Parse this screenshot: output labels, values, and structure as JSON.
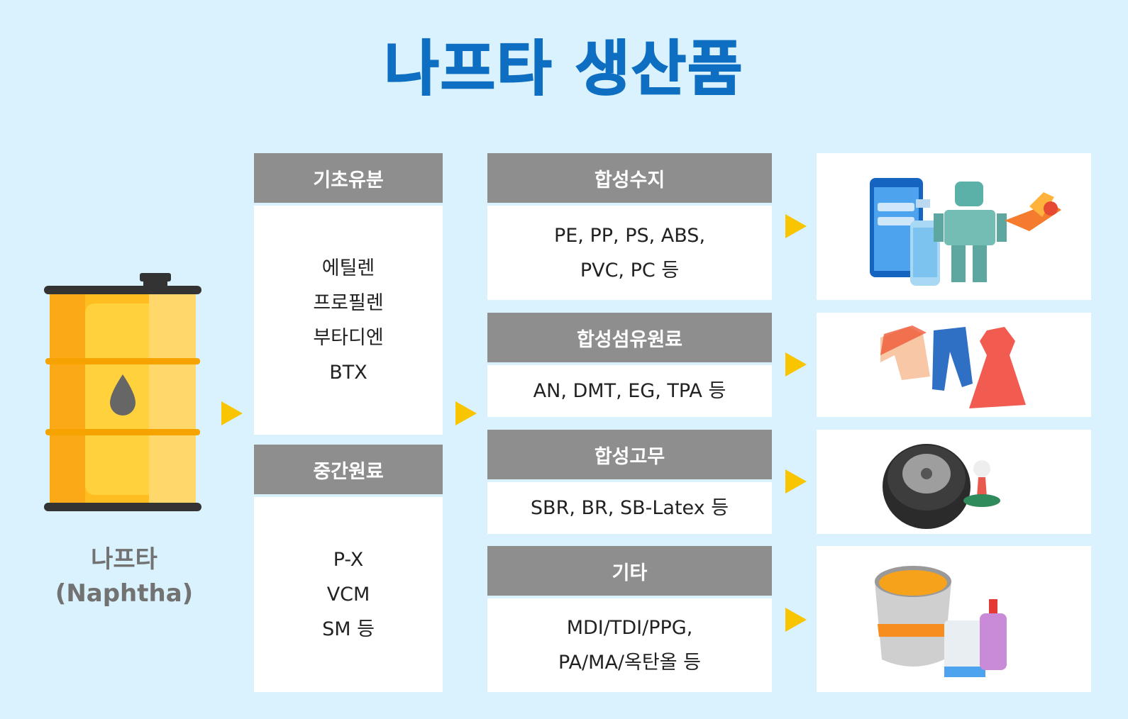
{
  "title": "나프타 생산품",
  "source": {
    "name": "나프타",
    "name_en": "(Naphtha)"
  },
  "basic": {
    "header": "기초유분",
    "items": [
      "에틸렌",
      "프로필렌",
      "부타디엔",
      "BTX"
    ]
  },
  "intermediate": {
    "header": "중간원료",
    "items": [
      "P-X",
      "VCM",
      "SM 등"
    ]
  },
  "products": [
    {
      "header": "합성수지",
      "lines": [
        "PE, PP, PS, ABS,",
        "PVC, PC 등"
      ]
    },
    {
      "header": "합성섬유원료",
      "lines": [
        "AN, DMT, EG, TPA 등"
      ]
    },
    {
      "header": "합성고무",
      "lines": [
        "SBR, BR, SB-Latex  등"
      ]
    },
    {
      "header": "기타",
      "lines": [
        "MDI/TDI/PPG,",
        "PA/MA/옥탄올 등"
      ]
    }
  ],
  "colors": {
    "background": "#daf2fd",
    "title": "#0e6fc2",
    "header": "#8e8e8e",
    "arrow": "#f9c400",
    "barrel": "#fbb71a"
  },
  "icons": [
    "oil-barrel-icon",
    "phone-bottle-robot-plane-icon",
    "clothing-icon",
    "tire-rubber-icon",
    "paint-bucket-detergent-icon"
  ]
}
